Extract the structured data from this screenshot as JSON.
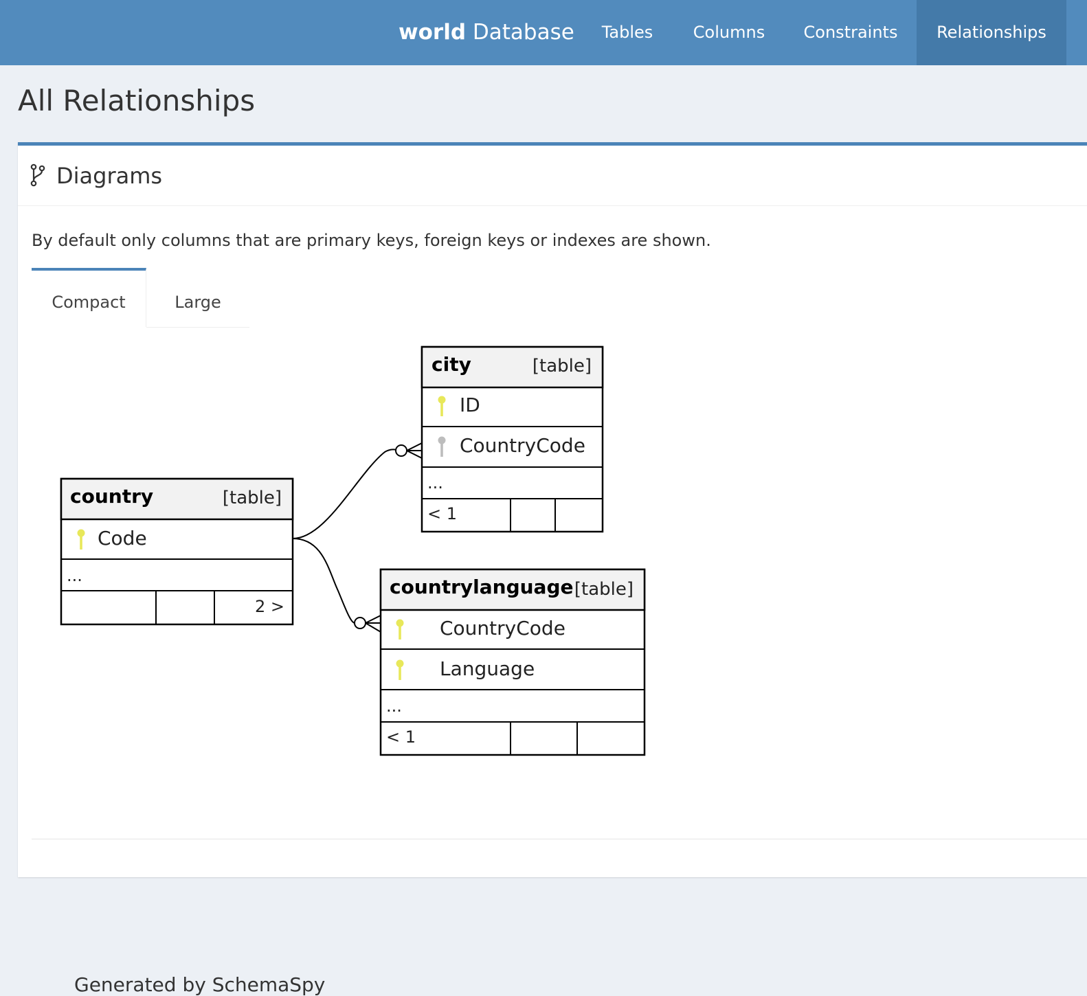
{
  "nav": {
    "brand_bold": "world",
    "brand_rest": "Database",
    "items": [
      {
        "label": "Tables"
      },
      {
        "label": "Columns"
      },
      {
        "label": "Constraints"
      },
      {
        "label": "Relationships",
        "active": true
      }
    ]
  },
  "page": {
    "title": "All Relationships"
  },
  "box": {
    "title": "Diagrams",
    "icon": "code-branch-icon",
    "intro": "By default only columns that are primary keys, foreign keys or indexes are shown.",
    "tabs": [
      {
        "label": "Compact",
        "active": true
      },
      {
        "label": "Large",
        "active": false
      }
    ],
    "footer": "Generated by SchemaSpy"
  },
  "diagram": {
    "tables": {
      "country": {
        "name": "country",
        "kind": "[table]",
        "columns": [
          {
            "name": "Code",
            "key": "primary"
          }
        ],
        "ellipsis": "...",
        "footer": [
          "",
          "",
          "2 >"
        ]
      },
      "city": {
        "name": "city",
        "kind": "[table]",
        "columns": [
          {
            "name": "ID",
            "key": "primary"
          },
          {
            "name": "CountryCode",
            "key": "foreign"
          }
        ],
        "ellipsis": "...",
        "footer": [
          "< 1",
          "",
          ""
        ]
      },
      "countrylanguage": {
        "name": "countrylanguage",
        "kind": "[table]",
        "columns": [
          {
            "name": "CountryCode",
            "key": "primary"
          },
          {
            "name": "Language",
            "key": "primary"
          }
        ],
        "ellipsis": "...",
        "footer": [
          "< 1",
          "",
          ""
        ]
      }
    },
    "colors": {
      "primary_key": "#e8e85a",
      "foreign_key": "#bdbdbd",
      "header_bg": "#f2f2f2"
    }
  }
}
